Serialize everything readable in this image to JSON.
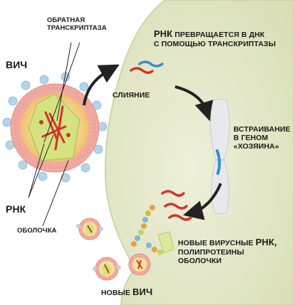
{
  "labels": {
    "hiv": "ВИЧ",
    "reverse_transcriptase": [
      "ОБРАТНАЯ",
      "ТРАНСКРИПТАЗА"
    ],
    "rna": "РНК",
    "envelope": "ОБОЛОЧКА",
    "fusion": "СЛИЯНИЕ",
    "rna_to_dna": {
      "prefix_big": "РНК",
      "prefix_rest": " ПРЕВРАЩАЕТСЯ В ДНК",
      "line2": "С ПОМОЩЬЮ ТРАНСКРИПТАЗЫ"
    },
    "integration": [
      "ВСТРАИВАНИЕ",
      "В ГЕНОМ",
      "«ХОЗЯИНА»"
    ],
    "new_viral": {
      "line1_prefix": "НОВЫЕ ВИРУСНЫЕ ",
      "line1_big": "РНК,",
      "line2": "ПОЛИПРОТЕИНЫ",
      "line3": "ОБОЛОЧКИ"
    },
    "new_hiv": {
      "prefix": "НОВЫЕ ",
      "big": "ВИЧ"
    }
  },
  "colors": {
    "cell": "#e2e6c6",
    "virus_ring": "#f2a9a0",
    "virus_core": "#f3dd86",
    "capsid": "#cfe07a",
    "rna_red": "#d6322b",
    "dna_blue": "#2f8fd0",
    "spikes": "#a9cde8",
    "arrow": "#222222"
  }
}
